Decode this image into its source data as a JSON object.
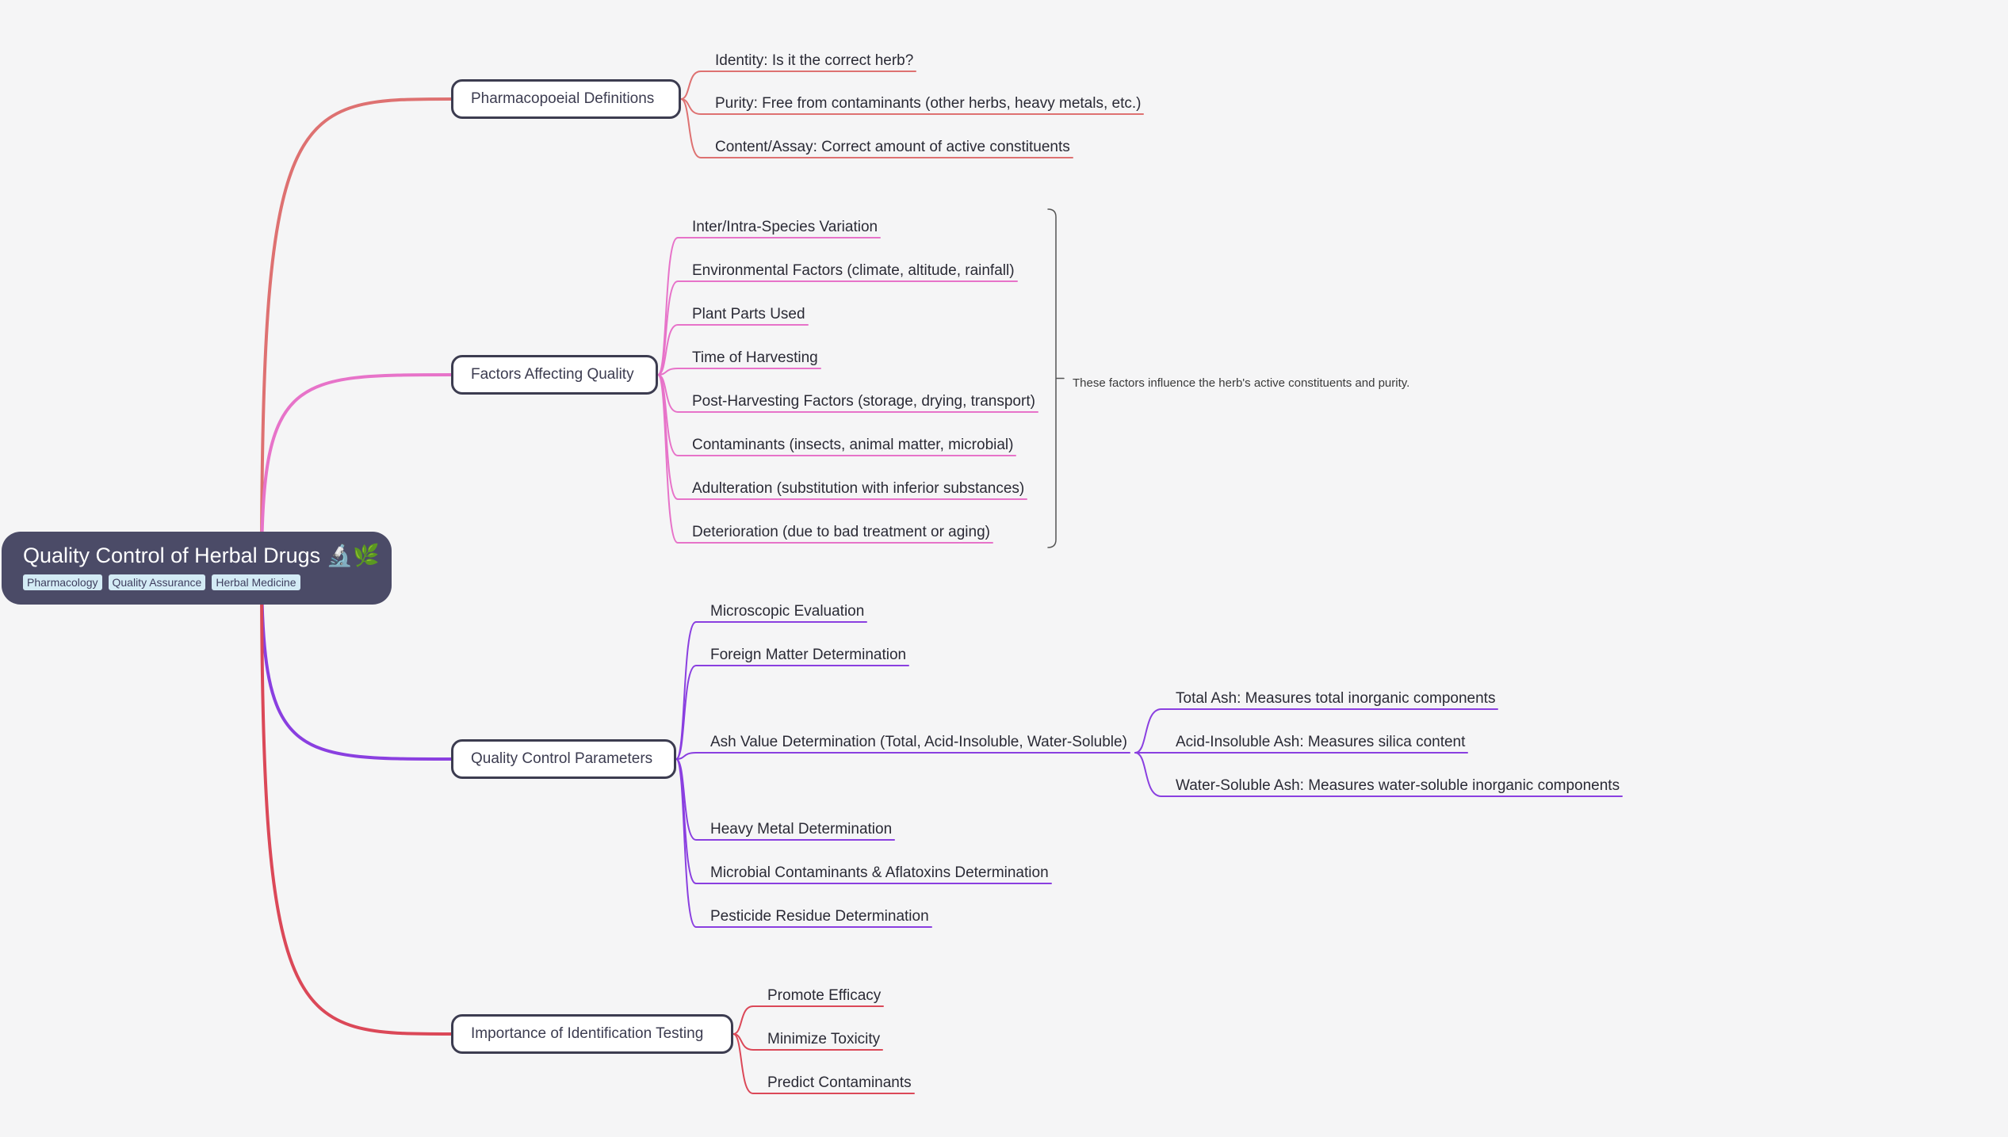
{
  "root": {
    "title": "Quality Control of Herbal Drugs 🔬🌿",
    "tags": [
      "Pharmacology",
      "Quality Assurance",
      "Herbal Medicine"
    ]
  },
  "branches": [
    {
      "label": "Pharmacopoeial Definitions",
      "color": "#de7171",
      "children": [
        {
          "label": "Identity: Is it the correct herb?"
        },
        {
          "label": "Purity: Free from contaminants (other herbs, heavy metals, etc.)"
        },
        {
          "label": "Content/Assay: Correct amount of active constituents"
        }
      ]
    },
    {
      "label": "Factors Affecting Quality",
      "color": "#e773c9",
      "note": "These factors influence the herb's active constituents and purity.",
      "children": [
        {
          "label": "Inter/Intra-Species Variation"
        },
        {
          "label": "Environmental Factors (climate, altitude, rainfall)"
        },
        {
          "label": "Plant Parts Used"
        },
        {
          "label": "Time of Harvesting"
        },
        {
          "label": "Post-Harvesting Factors (storage, drying, transport)"
        },
        {
          "label": "Contaminants (insects, animal matter, microbial)"
        },
        {
          "label": "Adulteration (substitution with inferior substances)"
        },
        {
          "label": "Deterioration (due to bad treatment or aging)"
        }
      ]
    },
    {
      "label": "Quality Control Parameters",
      "color": "#8a3fe0",
      "children": [
        {
          "label": "Microscopic Evaluation"
        },
        {
          "label": "Foreign Matter Determination"
        },
        {
          "label": "Ash Value Determination (Total, Acid-Insoluble, Water-Soluble)",
          "children": [
            {
              "label": "Total Ash: Measures total inorganic components"
            },
            {
              "label": "Acid-Insoluble Ash: Measures silica content"
            },
            {
              "label": "Water-Soluble Ash: Measures water-soluble inorganic components"
            }
          ]
        },
        {
          "label": "Heavy Metal Determination"
        },
        {
          "label": "Microbial Contaminants & Aflatoxins Determination"
        },
        {
          "label": "Pesticide Residue Determination"
        }
      ]
    },
    {
      "label": "Importance of Identification Testing",
      "color": "#db4858",
      "children": [
        {
          "label": "Promote Efficacy"
        },
        {
          "label": "Minimize Toxicity"
        },
        {
          "label": "Predict Contaminants"
        }
      ]
    }
  ]
}
